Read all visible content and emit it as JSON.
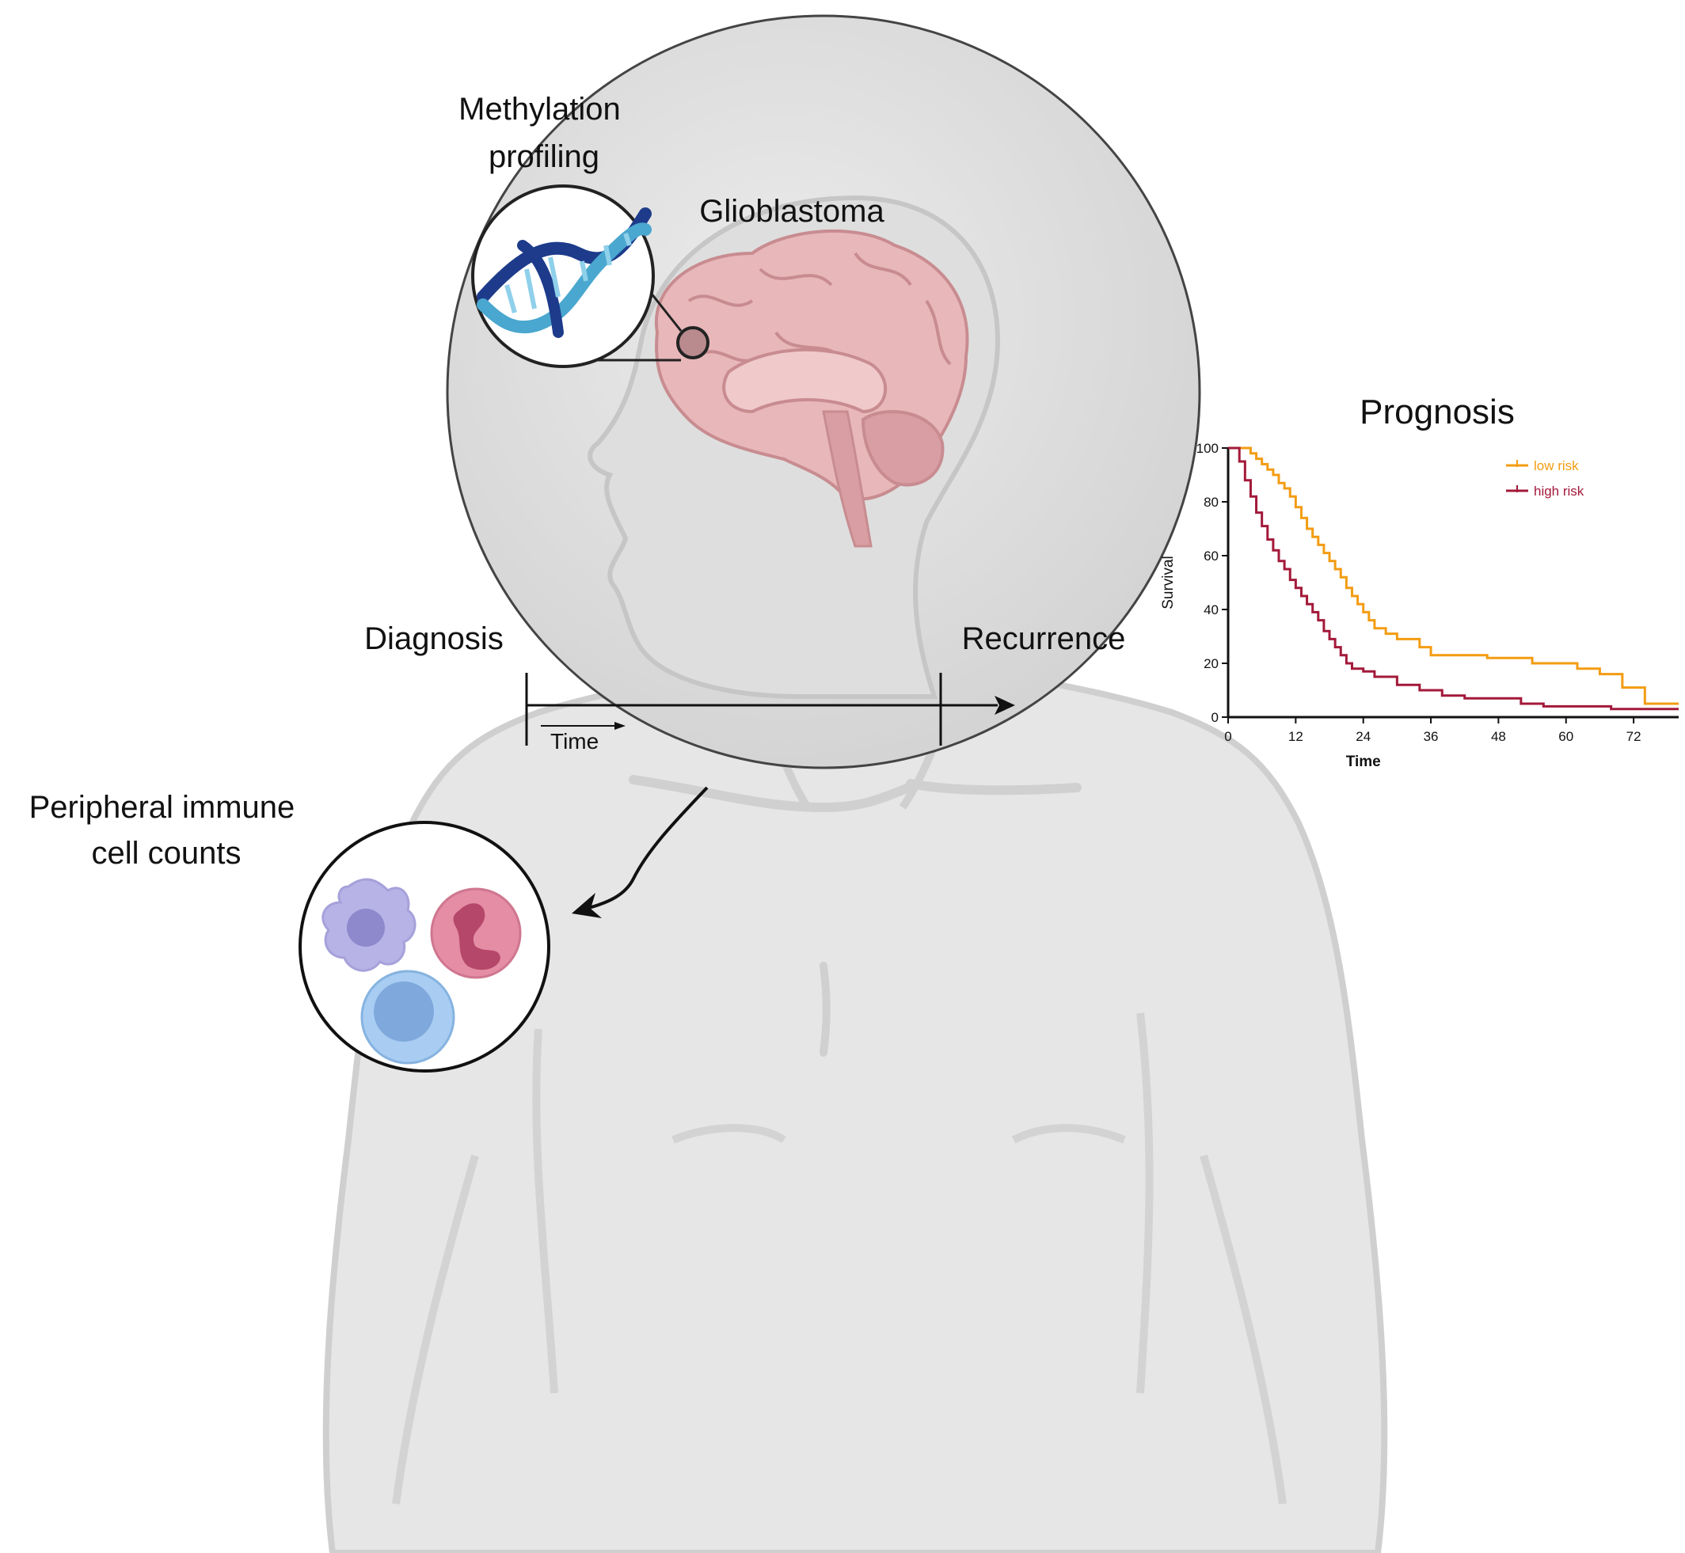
{
  "labels": {
    "methylation": "Methylation\nprofiling",
    "glioblastoma": "Glioblastoma",
    "diagnosis": "Diagnosis",
    "recurrence": "Recurrence",
    "time_arrow": "Time",
    "immune": "Peripheral immune\ncell counts",
    "prognosis": "Prognosis"
  },
  "colors": {
    "body": "#e4e4e4",
    "body_outline": "#c9c9c9",
    "bubble": "#d9d9d9",
    "brain": "#e8b7b9",
    "dna_dark": "#1d3b8a",
    "dna_light": "#4aa7cf",
    "cell_purple": "#b7b3e6",
    "cell_pink": "#e48da4",
    "cell_blue": "#a9cdf2",
    "low_risk": "#f39c12",
    "high_risk": "#a3193a"
  },
  "icons": [
    "dna-icon",
    "brain-icon",
    "human-silhouette-icon",
    "monocyte-icon",
    "neutrophil-icon",
    "lymphocyte-icon"
  ],
  "chart_data": {
    "type": "line",
    "step": true,
    "xlabel": "Time",
    "ylabel": "Survival",
    "xlim": [
      0,
      80
    ],
    "ylim": [
      0,
      100
    ],
    "xticks": [
      0,
      12,
      24,
      36,
      48,
      60,
      72
    ],
    "yticks": [
      0,
      20,
      40,
      60,
      80,
      100
    ],
    "legend_position": "top-right",
    "series": [
      {
        "name": "low risk",
        "color": "#f39c12",
        "x": [
          0,
          4,
          5,
          6,
          7,
          8,
          9,
          10,
          11,
          12,
          13,
          14,
          15,
          16,
          17,
          18,
          19,
          20,
          21,
          22,
          23,
          24,
          25,
          26,
          28,
          30,
          34,
          36,
          46,
          54,
          62,
          66,
          70,
          74,
          80
        ],
        "y": [
          100,
          98,
          96,
          94,
          92,
          90,
          87,
          85,
          82,
          78,
          74,
          70,
          67,
          64,
          61,
          58,
          55,
          52,
          48,
          45,
          42,
          39,
          36,
          33,
          31,
          29,
          26,
          23,
          22,
          20,
          18,
          16,
          11,
          5,
          5
        ]
      },
      {
        "name": "high risk",
        "color": "#a3193a",
        "x": [
          0,
          2,
          3,
          4,
          5,
          6,
          7,
          8,
          9,
          10,
          11,
          12,
          13,
          14,
          15,
          16,
          17,
          18,
          19,
          20,
          21,
          22,
          24,
          26,
          30,
          34,
          38,
          42,
          52,
          56,
          68,
          80
        ],
        "y": [
          100,
          95,
          88,
          82,
          76,
          71,
          66,
          62,
          58,
          55,
          51,
          48,
          45,
          42,
          39,
          36,
          32,
          29,
          26,
          23,
          20,
          18,
          17,
          15,
          12,
          10,
          8,
          7,
          5,
          4,
          3,
          3
        ]
      }
    ]
  }
}
